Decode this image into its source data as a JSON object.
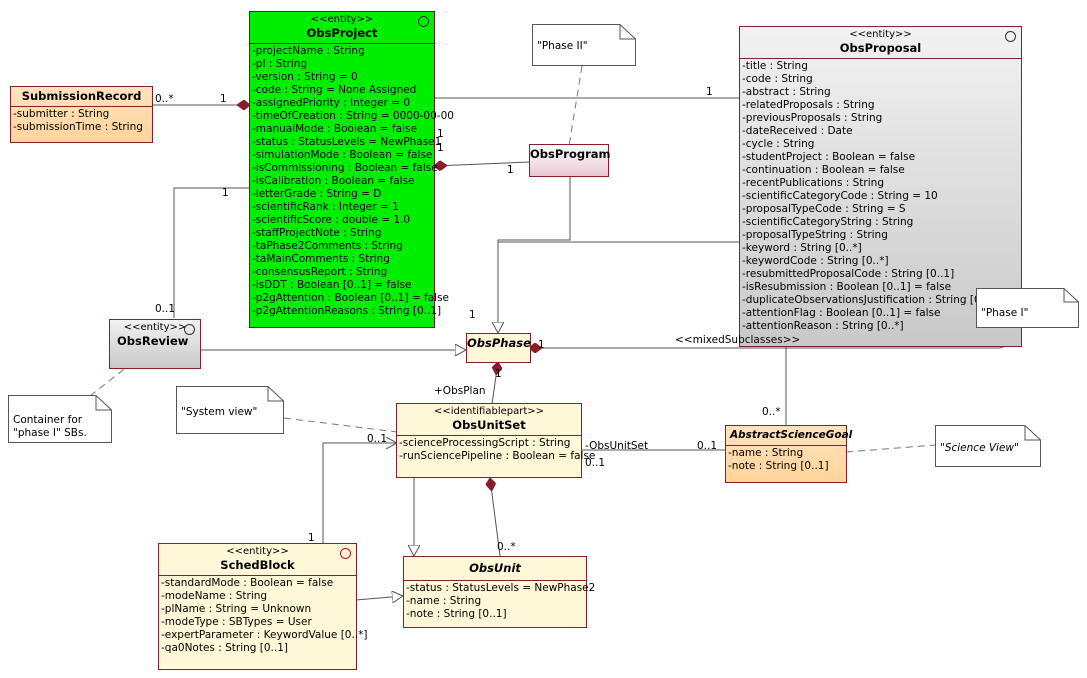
{
  "classes": {
    "obsProject": {
      "stereotype": "<<entity>>",
      "name": "ObsProject",
      "attributes": [
        "-projectName : String",
        "-pI : String",
        "-version : String = 0",
        "-code : String = None Assigned",
        "-assignedPriority : Integer = 0",
        "-timeOfCreation : String = 0000-00-00",
        "-manualMode : Boolean = false",
        "-status : StatusLevels = NewPhase1",
        "-simulationMode : Boolean = false",
        "-isCommissioning : Boolean = false",
        "-isCalibration : Boolean = false",
        "-letterGrade : String = D",
        "-scientificRank : Integer = 1",
        "-scientificScore : double = 1.0",
        "-staffProjectNote : String",
        "-taPhase2Comments : String",
        "-taMainComments : String",
        "-consensusReport : String",
        "-isDDT : Boolean [0..1] = false",
        "-p2gAttention : Boolean [0..1] = false",
        "-p2gAttentionReasons : String [0..1]"
      ]
    },
    "submissionRecord": {
      "name": "SubmissionRecord",
      "attributes": [
        "-submitter : String",
        "-submissionTime : String"
      ]
    },
    "obsProposal": {
      "stereotype": "<<entity>>",
      "name": "ObsProposal",
      "attributes": [
        "-title : String",
        "-code : String",
        "-abstract : String",
        "-relatedProposals : String",
        "-previousProposals : String",
        "-dateReceived : Date",
        "-cycle : String",
        "-studentProject : Boolean = false",
        "-continuation : Boolean = false",
        "-recentPublications : String",
        "-scientificCategoryCode : String = 10",
        "-proposalTypeCode : String = S",
        "-scientificCategoryString : String",
        "-proposalTypeString : String",
        "-keyword : String [0..*]",
        "-keywordCode : String [0..*]",
        "-resubmittedProposalCode : String [0..1]",
        "-isResubmission : Boolean [0..1] = false",
        "-duplicateObservationsJustification : String [0..1]",
        "-attentionFlag : Boolean [0..1] = false",
        "-attentionReason : String [0..*]"
      ]
    },
    "obsProgram": {
      "name": "ObsProgram"
    },
    "obsReview": {
      "stereotype": "<<entity>>",
      "name": "ObsReview"
    },
    "obsPhase": {
      "name": "ObsPhase"
    },
    "obsUnitSet": {
      "stereotype": "<<identifiablepart>>",
      "name": "ObsUnitSet",
      "attributes": [
        "-scienceProcessingScript : String",
        "-runSciencePipeline : Boolean = false"
      ]
    },
    "abstractScienceGoal": {
      "name": "AbstractScienceGoal",
      "attributes": [
        "-name : String",
        "-note : String [0..1]"
      ]
    },
    "schedBlock": {
      "stereotype": "<<entity>>",
      "name": "SchedBlock",
      "attributes": [
        "-standardMode : Boolean = false",
        "-modeName : String",
        "-plName : String = Unknown",
        "-modeType : SBTypes = User",
        "-expertParameter : KeywordValue [0..*]",
        "-qa0Notes : String [0..1]"
      ]
    },
    "obsUnit": {
      "name": "ObsUnit",
      "attributes": [
        "-status : StatusLevels = NewPhase2",
        "-name : String",
        "-note : String [0..1]"
      ]
    }
  },
  "notes": {
    "phaseII": "\"Phase II\"",
    "phaseI": "\"Phase I\"",
    "container": "Container for\n\"phase I\" SBs.",
    "systemView": "\"System view\"",
    "scienceView": "\"Science View\""
  },
  "labels": {
    "subRec_mult": "0..*",
    "proj_sub_mult": "1",
    "proj_prop_mult": "1",
    "proj_prog_mult_a": "1",
    "proj_prog_mult_b": "1",
    "prog_mult": "1",
    "proj_review_mult": "1",
    "review_mult": "0..1",
    "phase_mult_left": "1",
    "phase_mult_right": "1",
    "mixed_subclasses": "<<mixedSubclasses>>",
    "obs_plan": "+ObsPlan",
    "phase_plan_mult": "1",
    "goal_mult_top": "0..*",
    "ous_role": "-ObsUnitSet",
    "ous_goal_mult": "0..1",
    "ous_goal_mult2": "0..1",
    "ous_sched_mult": "0..1",
    "sched_mult": "1",
    "obsunit_mult": "0..*"
  },
  "colors": {
    "border": "#8a1c2b",
    "projectFill": "#00ef00",
    "line": "#555555"
  }
}
